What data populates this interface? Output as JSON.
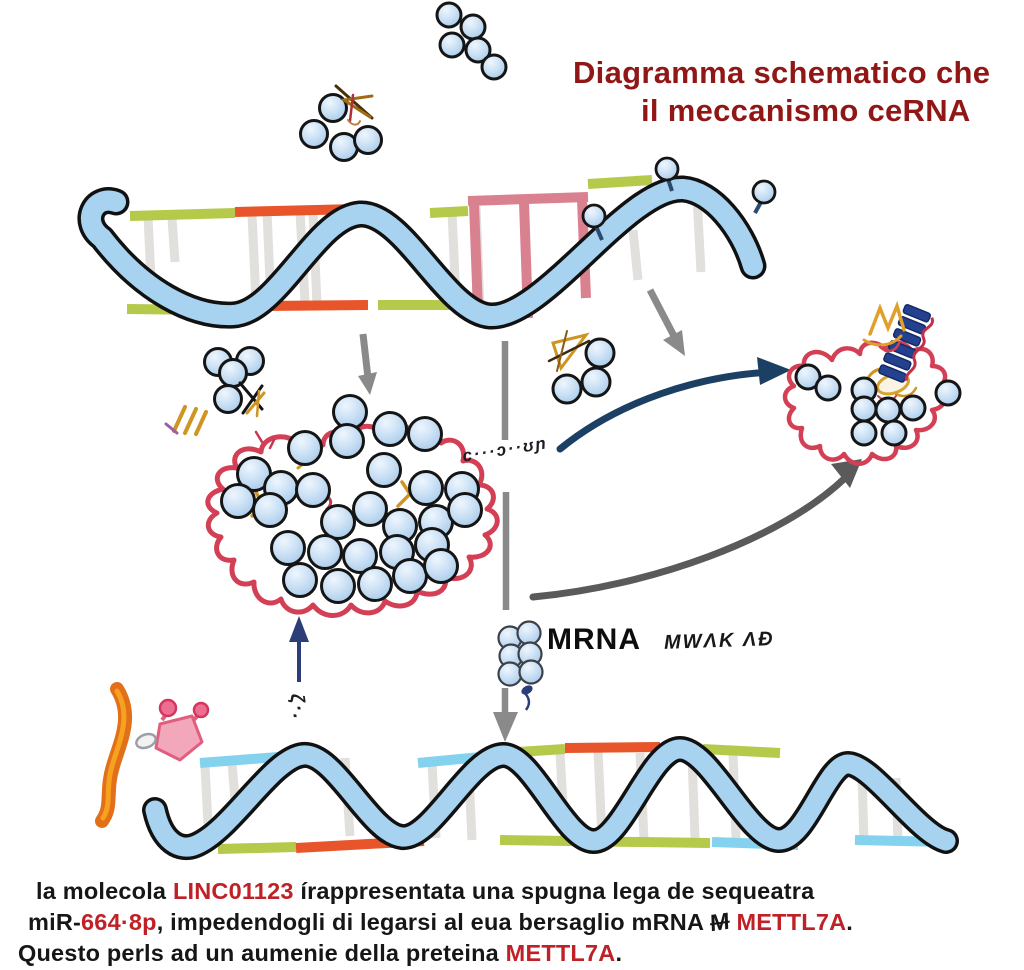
{
  "title": {
    "line1": "Diagramma schematico che",
    "line2": "il meccanismo ceRNA"
  },
  "labels": {
    "mrna": "MRNA",
    "mrna_scribble": "MWΛK ΛƉ",
    "dotted_scribble": "c···ɔ··ʊɲ",
    "arrow_scribble": "ζ·."
  },
  "caption": {
    "lines": [
      [
        {
          "t": "la molecola "
        },
        {
          "t": "LINC01123",
          "c": "red"
        },
        {
          "t": " írappresentata una spugna lega de sequeatra"
        }
      ],
      [
        {
          "t": "miR-"
        },
        {
          "t": "664·8p",
          "c": "red"
        },
        {
          "t": ", impedendogli di legarsi al eua bersaglio  mRNA "
        },
        {
          "t": "M",
          "c": "strike"
        },
        {
          "t": " "
        },
        {
          "t": "METTL7A",
          "c": "red"
        },
        {
          "t": "."
        }
      ],
      [
        {
          "t": "Questo perls ad un aumenie della preteina "
        },
        {
          "t": "METTL7A",
          "c": "red"
        },
        {
          "t": "."
        }
      ]
    ]
  },
  "palette": {
    "title_red": "#911717",
    "caption_red": "#bf2127",
    "caption_black": "#161616",
    "molecule_fill": "#bcd9f2",
    "molecule_stroke": "#151515",
    "strand_fill": "#a7d3f0",
    "strand_outline": "#111111",
    "bar_green": "#b5c94b",
    "bar_orange": "#e8552a",
    "bar_cyan": "#85d2ef",
    "bar_pink": "#d9818f",
    "blob_red": "#d34055",
    "arrow_navy": "#1b4063",
    "arrow_gray": "#8a8a8a",
    "arrow_dark_gray": "#5a5a5a",
    "gold": "#cf9522",
    "ladder_navy": "#24418f",
    "worm_orange": "#e2701a",
    "protein_pink": "#f2a7bb"
  }
}
